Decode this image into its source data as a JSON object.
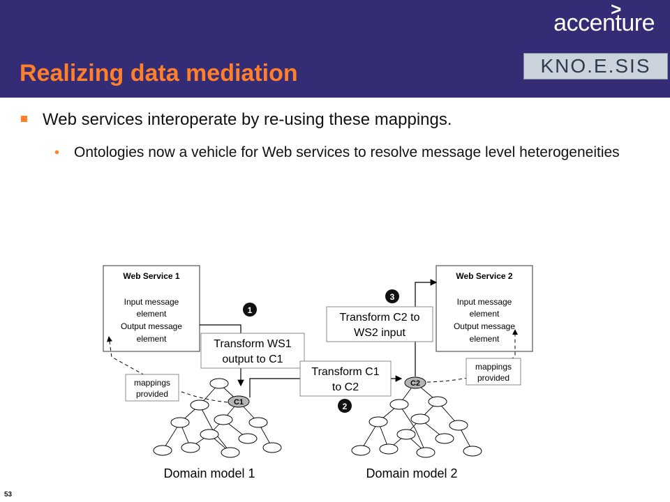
{
  "slide": {
    "title": "Realizing data mediation",
    "page_number": "53",
    "bullet_1": "Web services interoperate by re-using these mappings.",
    "bullet_2": "Ontologies now a vehicle for Web services to resolve message level heterogeneities"
  },
  "logos": {
    "accenture": "accenture",
    "accenture_mark": ">",
    "knoesis": "KNO.E.SIS"
  },
  "diagram": {
    "ws1": {
      "title": "Web Service 1",
      "lines": [
        "Input message",
        "element",
        "Output message",
        "element"
      ]
    },
    "ws2": {
      "title": "Web Service 2",
      "lines": [
        "Input message",
        "element",
        "Output message",
        "element"
      ]
    },
    "transform_ws1": [
      "Transform WS1",
      "output to C1"
    ],
    "transform_c1": [
      "Transform C1",
      "to C2"
    ],
    "transform_c2": [
      "Transform C2 to",
      "WS2 input"
    ],
    "mappings_left": [
      "mappings",
      "provided"
    ],
    "mappings_right": [
      "mappings",
      "provided"
    ],
    "step_1": "1",
    "step_2": "2",
    "step_3": "3",
    "node_c1": "C1",
    "node_c2": "C2",
    "domain_model_1": "Domain model 1",
    "domain_model_2": "Domain model 2"
  },
  "colors": {
    "header_bg": "#342c74",
    "title": "#ff7f2a",
    "bullet_marker": "#ff7f2a"
  }
}
